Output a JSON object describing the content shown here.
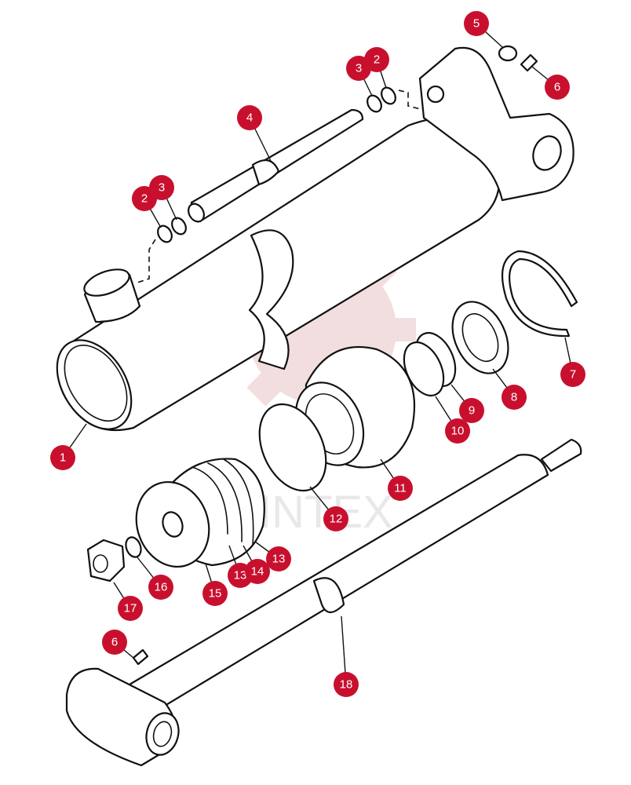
{
  "watermark": {
    "text": "INTEX"
  },
  "callouts": [
    {
      "id": "c1",
      "label": "1"
    },
    {
      "id": "c2a",
      "label": "2"
    },
    {
      "id": "c2b",
      "label": "2"
    },
    {
      "id": "c3a",
      "label": "3"
    },
    {
      "id": "c3b",
      "label": "3"
    },
    {
      "id": "c4",
      "label": "4"
    },
    {
      "id": "c5",
      "label": "5"
    },
    {
      "id": "c6a",
      "label": "6"
    },
    {
      "id": "c6b",
      "label": "6"
    },
    {
      "id": "c7",
      "label": "7"
    },
    {
      "id": "c8",
      "label": "8"
    },
    {
      "id": "c9",
      "label": "9"
    },
    {
      "id": "c10",
      "label": "10"
    },
    {
      "id": "c11",
      "label": "11"
    },
    {
      "id": "c12",
      "label": "12"
    },
    {
      "id": "c13a",
      "label": "13"
    },
    {
      "id": "c13b",
      "label": "13"
    },
    {
      "id": "c14",
      "label": "14"
    },
    {
      "id": "c15",
      "label": "15"
    },
    {
      "id": "c16",
      "label": "16"
    },
    {
      "id": "c17",
      "label": "17"
    },
    {
      "id": "c18",
      "label": "18"
    }
  ],
  "colors": {
    "callout": "#c8102e",
    "line": "#111111",
    "watermark": "#e8c4c4"
  }
}
